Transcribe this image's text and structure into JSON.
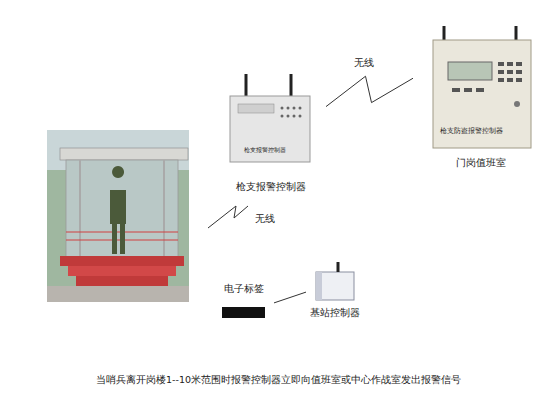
{
  "diagram": {
    "caption": "当哨兵离开岗楼1--10米范围时报警控制器立即向值班室或中心作战室发出报警信号",
    "nodes": [
      {
        "text": [
          "枪支报警控制器"
        ]
      },
      {
        "text": [
          "门岗值班室"
        ]
      },
      {
        "text": [
          "电子标签"
        ]
      },
      {
        "text": [
          "基站控制器"
        ]
      }
    ],
    "edges": [
      {
        "from": 0,
        "to": 1,
        "label": "无线",
        "arrow": "none"
      },
      {
        "from": 2,
        "to": 3,
        "arrow": "none"
      }
    ],
    "labels": [
      "无线",
      "枪支报警控制器",
      "枪支防盗报警控制器"
    ]
  }
}
